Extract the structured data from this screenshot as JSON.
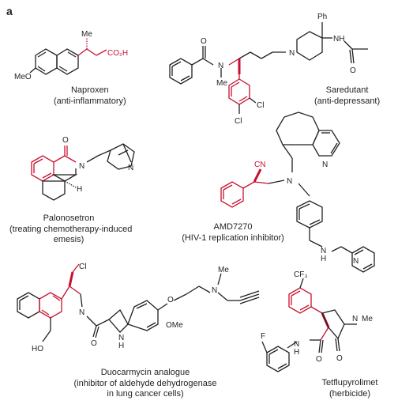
{
  "panel_label": "a",
  "colors": {
    "ink": "#231f20",
    "highlight": "#c8102e"
  },
  "molecules": [
    {
      "name": "Naproxen",
      "description": "(anti-inflammatory)",
      "atom_labels": {
        "methyl": "Me",
        "acid": "CO₂H",
        "methoxy": "MeO"
      }
    },
    {
      "name": "Saredutant",
      "description": "(anti-depressant)",
      "atom_labels": {
        "oxygen": "O",
        "amide_n": "N",
        "n_methyl": "Me",
        "piperidine_n": "N",
        "phenyl": "Ph",
        "nh": "NH",
        "acetyl_o": "O",
        "chloro_1": "Cl",
        "chloro_2": "Cl"
      }
    },
    {
      "name": "Palonosetron",
      "description": [
        "(treating chemotherapy-induced",
        "emesis)"
      ],
      "atom_labels": {
        "oxygen": "O",
        "lactam_n": "N",
        "bridge_n": "N",
        "hydrogen": "H"
      }
    },
    {
      "name": "AMD7270",
      "description": "(HIV-1 replication inhibitor)",
      "atom_labels": {
        "nitrile": "CN",
        "amine_n": "N",
        "pyridine_n": "N",
        "nh": "N\nH",
        "pyridine2_n": "N"
      }
    },
    {
      "name": "Duocarmycin analogue",
      "description": [
        "(inhibitor of aldehyde dehydrogenase",
        "in lung cancer cells)"
      ],
      "atom_labels": {
        "chloro": "Cl",
        "indoline_n": "N",
        "hydroxy": "HO",
        "carbonyl_o": "O",
        "indole_nh": "N\nH",
        "ether_o": "O",
        "n_methyl": "Me",
        "amine_n": "N",
        "methoxy": "OMe"
      }
    },
    {
      "name": "Tetflupyrolimet",
      "description": "(herbicide)",
      "atom_labels": {
        "cf3": "CF₃",
        "fluoro": "F",
        "amide_nh": "N\nH",
        "amide_o": "O",
        "ring_n": "N",
        "lactam_o": "O",
        "n_methyl": "Me"
      }
    }
  ]
}
